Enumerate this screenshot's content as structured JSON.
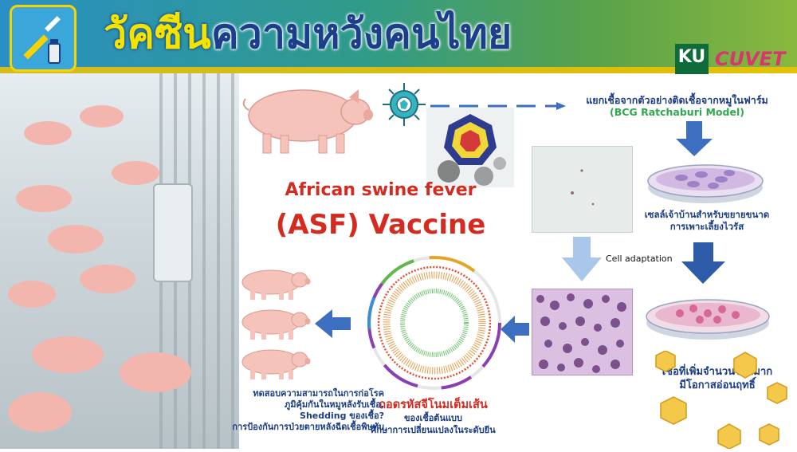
{
  "header": {
    "title_highlight": "วัคซีน",
    "title_rest": "ความหวังคนไทย"
  },
  "logos": {
    "ku": "KU",
    "cuvet": "CUVET"
  },
  "flow": {
    "isolate_text": "แยกเชื้อจากตัวอย่างติดเชื้อจากหมูในฟาร์ม",
    "bcg_model": "(BCG Ratchaburi Model)",
    "cells_line1": "เซลล์เจ้าบ้านสำหรับขยายขนาด",
    "cells_line2": "การเพาะเลี้ยงไวรัส",
    "cell_adaptation": "Cell adaptation",
    "yield_line1": "เชื้อที่เพิ่มจำนวนได้ดีมาก",
    "yield_line2": "มีโอกาสอ่อนฤทธิ์"
  },
  "vaccine": {
    "line1": "African swine fever",
    "line2": "(ASF) Vaccine"
  },
  "genome": {
    "title": "ถอดรหัสจีโนมเต็มเส้น",
    "body_line1": "ของเชื้อต้นแบบ",
    "body_line2": "ศึกษาการเปลี่ยนแปลงในระดับยีน"
  },
  "testing": {
    "line1": "ทดสอบความสามารถในการก่อโรค",
    "line2": "ภูมิคุ้มกันในหมูหลังรับเชื้อ,",
    "line3": "Shedding ของเชื้อ?",
    "line4": "การป้องกันการป่วยตายหลังฉีดเชื้อพิษทับ"
  },
  "colors": {
    "navy": "#1b3c86",
    "red": "#d42a1f",
    "green": "#2fa84f",
    "arrow_blue": "#3d6fc1",
    "title_yellow": "#f3e400"
  }
}
